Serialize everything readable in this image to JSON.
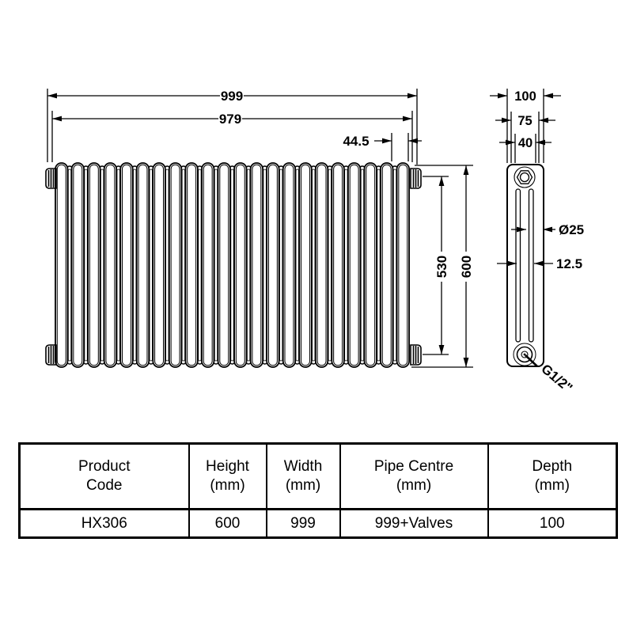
{
  "colors": {
    "ink": "#000000",
    "background": "#ffffff"
  },
  "drawing": {
    "front_view": {
      "dim_overall_width": "999",
      "dim_inner_width": "979",
      "dim_section_pitch": "44.5",
      "dim_tapping_centres": "530",
      "dim_height": "600"
    },
    "side_view": {
      "dim_depth": "100",
      "dim_mid": "75",
      "dim_inner": "40",
      "dim_tube_diameter": "Ø25",
      "dim_tube_spacing": "12.5",
      "connection_thread": "G1/2\""
    }
  },
  "table": {
    "headers": [
      {
        "line1": "Product",
        "line2": "Code"
      },
      {
        "line1": "Height",
        "line2": "(mm)"
      },
      {
        "line1": "Width",
        "line2": "(mm)"
      },
      {
        "line1": "Pipe Centre",
        "line2": "(mm)"
      },
      {
        "line1": "Depth",
        "line2": "(mm)"
      }
    ],
    "row": [
      "HX306",
      "600",
      "999",
      "999+Valves",
      "100"
    ]
  }
}
